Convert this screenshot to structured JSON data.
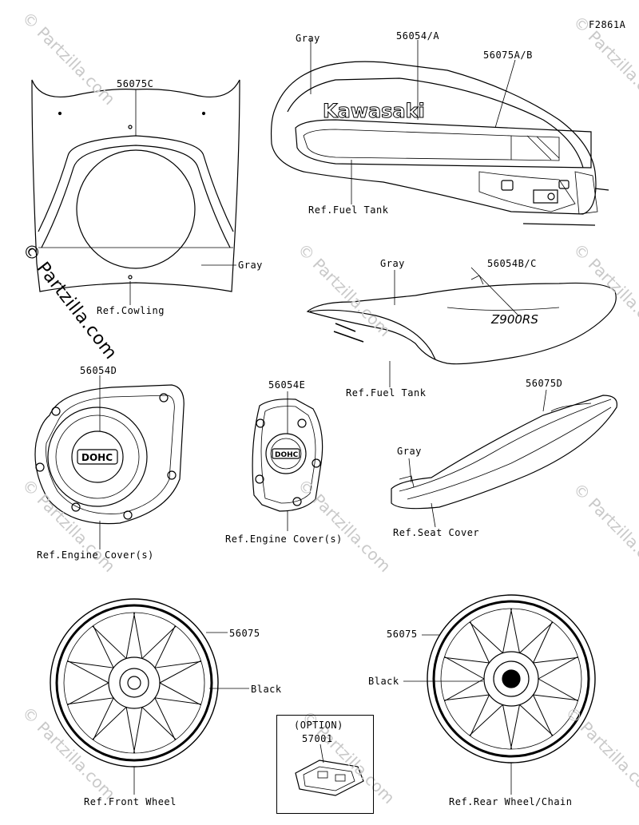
{
  "figure_id": "F2861A",
  "watermark": {
    "main": "© Partzilla.com",
    "repeat": "© Partzilla.com"
  },
  "parts": {
    "cowling": {
      "part": "56075C",
      "color": "Gray",
      "ref": "Ref.Cowling"
    },
    "fuel_tank": {
      "color": "Gray",
      "part_a": "56054/A",
      "part_b": "56075A/B",
      "brand": "Kawasaki",
      "ref": "Ref.Fuel Tank"
    },
    "side_cover": {
      "color": "Gray",
      "part": "56054B/C",
      "model_badge": "Z900RS",
      "ref": "Ref.Fuel Tank"
    },
    "engine_cover_left": {
      "part": "56054D",
      "badge": "DOHC",
      "ref": "Ref.Engine Cover(s)"
    },
    "engine_cover_right": {
      "part": "56054E",
      "badge": "DOHC",
      "ref": "Ref.Engine Cover(s)"
    },
    "seat_cover": {
      "part": "56075D",
      "color": "Gray",
      "ref": "Ref.Seat Cover"
    },
    "front_wheel": {
      "part": "56075",
      "color": "Black",
      "ref": "Ref.Front Wheel"
    },
    "rear_wheel": {
      "part": "56075",
      "color": "Black",
      "ref": "Ref.Rear Wheel/Chain"
    },
    "option": {
      "title": "(OPTION)",
      "part": "57001"
    }
  }
}
